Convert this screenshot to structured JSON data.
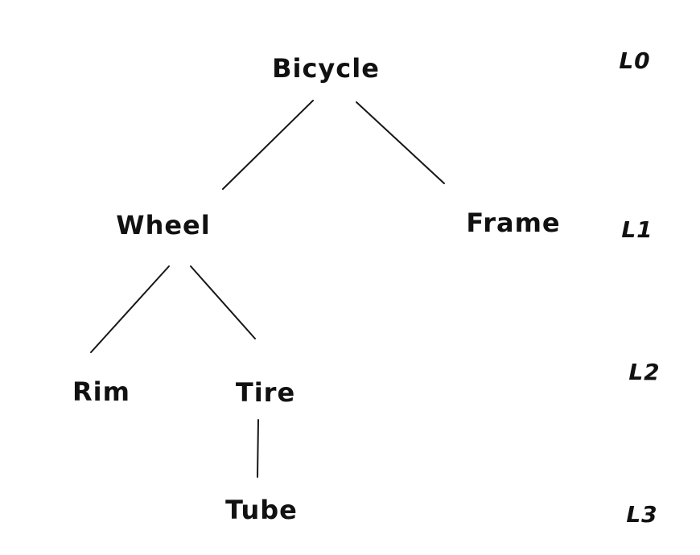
{
  "diagram": {
    "type": "tree",
    "style": "hand-drawn",
    "colors": {
      "ink": "#161616",
      "background": "#ffffff"
    },
    "nodes": [
      {
        "id": "bicycle",
        "label": "Bicycle",
        "level": 0,
        "parent": null
      },
      {
        "id": "wheel",
        "label": "Wheel",
        "level": 1,
        "parent": "bicycle"
      },
      {
        "id": "frame",
        "label": "Frame",
        "level": 1,
        "parent": "bicycle"
      },
      {
        "id": "rim",
        "label": "Rim",
        "level": 2,
        "parent": "wheel"
      },
      {
        "id": "tire",
        "label": "Tire",
        "level": 2,
        "parent": "wheel"
      },
      {
        "id": "tube",
        "label": "Tube",
        "level": 3,
        "parent": "tire"
      }
    ],
    "edges": [
      {
        "from": "bicycle",
        "to": "wheel"
      },
      {
        "from": "bicycle",
        "to": "frame"
      },
      {
        "from": "wheel",
        "to": "rim"
      },
      {
        "from": "wheel",
        "to": "tire"
      },
      {
        "from": "tire",
        "to": "tube"
      }
    ],
    "level_labels": [
      "L0",
      "L1",
      "L2",
      "L3"
    ]
  }
}
